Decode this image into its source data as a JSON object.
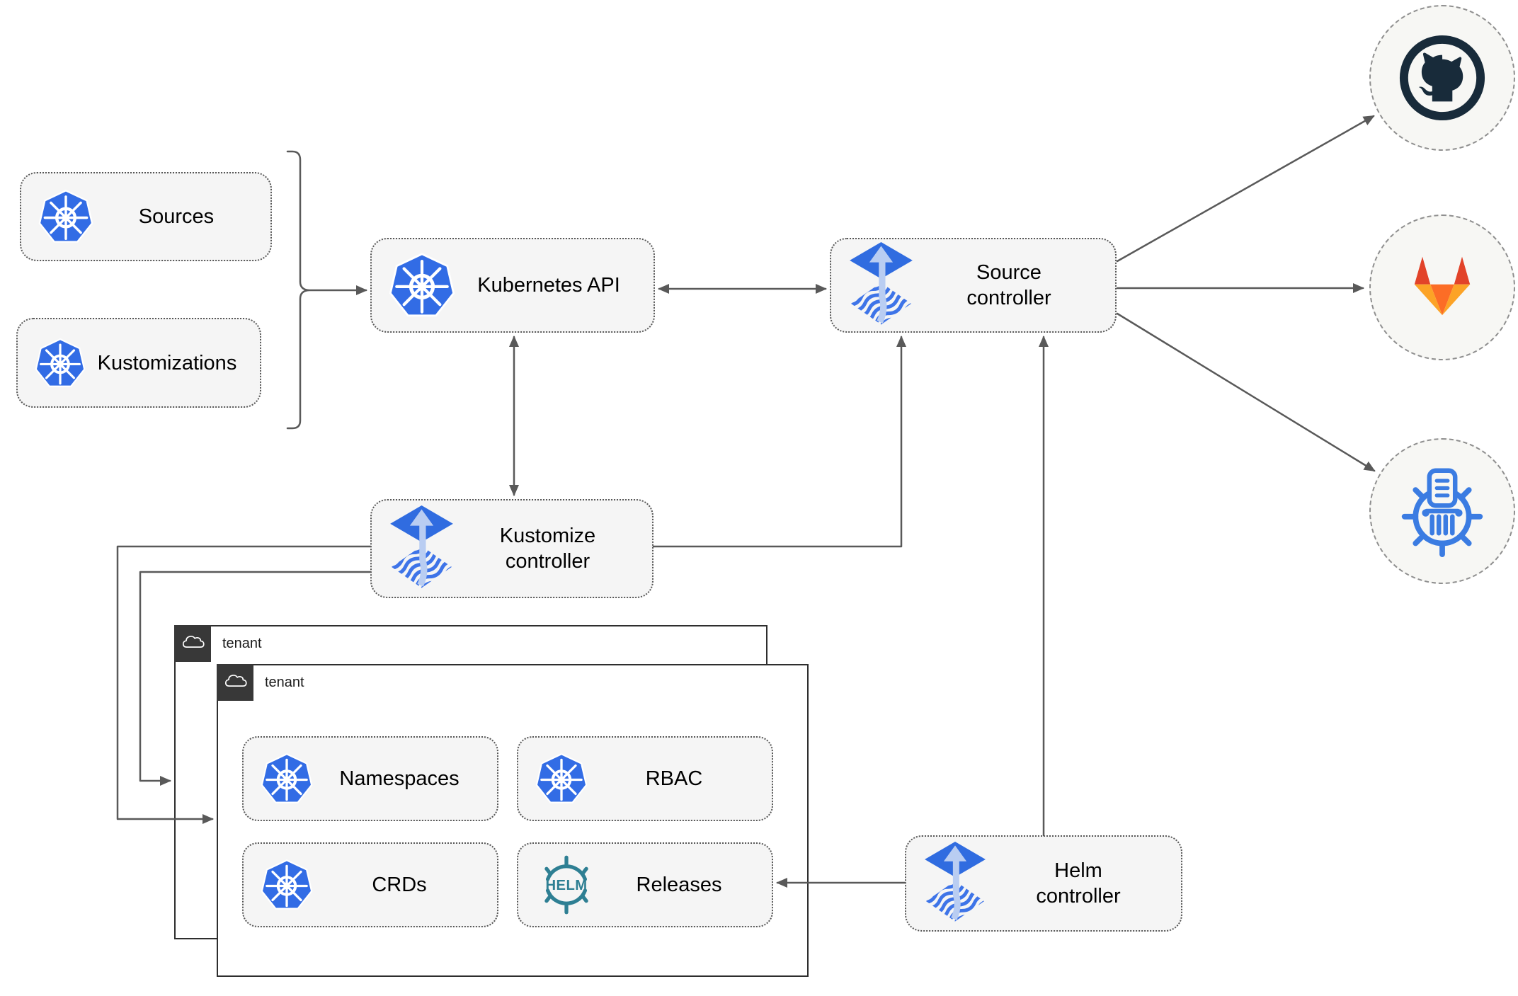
{
  "nodes": {
    "sources": {
      "label": "Sources",
      "icon": "kubernetes-icon"
    },
    "kustomizations": {
      "label": "Kustomizations",
      "icon": "kubernetes-icon"
    },
    "kubernetes_api": {
      "label": "Kubernetes API",
      "icon": "kubernetes-icon"
    },
    "source_controller": {
      "line1": "Source",
      "line2": "controller",
      "icon": "flux-icon"
    },
    "kustomize_controller": {
      "line1": "Kustomize",
      "line2": "controller",
      "icon": "flux-icon"
    },
    "helm_controller": {
      "line1": "Helm",
      "line2": "controller",
      "icon": "flux-icon"
    },
    "tenant_back": {
      "label": "tenant",
      "icon": "cloud-icon"
    },
    "tenant_front": {
      "label": "tenant",
      "icon": "cloud-icon"
    },
    "namespaces": {
      "label": "Namespaces",
      "icon": "kubernetes-icon"
    },
    "rbac": {
      "label": "RBAC",
      "icon": "kubernetes-icon"
    },
    "crds": {
      "label": "CRDs",
      "icon": "kubernetes-icon"
    },
    "releases": {
      "label": "Releases",
      "icon": "helm-icon"
    }
  },
  "endpoints": {
    "github": {
      "icon": "github-icon"
    },
    "gitlab": {
      "icon": "gitlab-icon"
    },
    "chartmuseum": {
      "icon": "chartmuseum-icon"
    }
  },
  "helm_logo_text": "HELM",
  "edges": [
    {
      "from": "sources+kustomizations",
      "to": "kubernetes_api",
      "type": "arrow"
    },
    {
      "from": "kubernetes_api",
      "to": "source_controller",
      "type": "double-arrow"
    },
    {
      "from": "kubernetes_api",
      "to": "kustomize_controller",
      "type": "double-arrow"
    },
    {
      "from": "kustomize_controller",
      "to": "source_controller",
      "type": "arrow"
    },
    {
      "from": "kustomize_controller",
      "to": "tenant_back",
      "type": "arrow"
    },
    {
      "from": "kustomize_controller",
      "to": "tenant_front",
      "type": "arrow"
    },
    {
      "from": "helm_controller",
      "to": "source_controller",
      "type": "arrow"
    },
    {
      "from": "helm_controller",
      "to": "releases",
      "type": "arrow"
    },
    {
      "from": "source_controller",
      "to": "github",
      "type": "arrow"
    },
    {
      "from": "source_controller",
      "to": "gitlab",
      "type": "arrow"
    },
    {
      "from": "source_controller",
      "to": "chartmuseum",
      "type": "arrow"
    }
  ],
  "colors": {
    "kubernetes_blue": "#326CE5",
    "flux_blue": "#306CE0",
    "flux_wave_blue": "#3E74E8",
    "flux_arrow_light": "#B9CDF2",
    "helm_teal": "#2E7F93",
    "github_dark": "#182B3A",
    "gitlab_red": "#E24329",
    "gitlab_orange": "#FC6D26",
    "gitlab_amber": "#FCA326",
    "chartmuseum_blue": "#3B7CE2",
    "connector_gray": "#595959",
    "node_fill": "#F5F5F5",
    "tenant_tab_dark": "#383838"
  }
}
